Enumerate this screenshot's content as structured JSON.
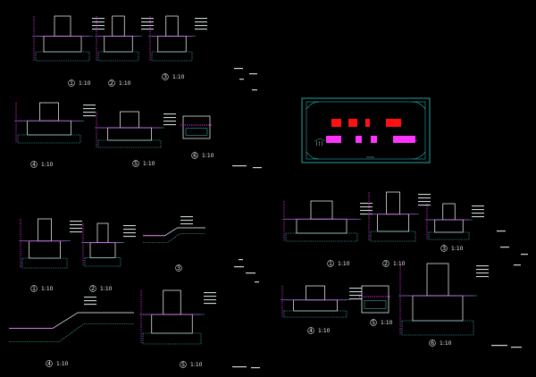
{
  "viewer": {
    "background": "#000000",
    "line_color": "#ffffff",
    "dim_color": "#ff33ff",
    "hatch_color": "#3fc4c4",
    "frame_color": "#33cccc"
  },
  "details": [
    {
      "no": "1",
      "scale": "1:10"
    },
    {
      "no": "2",
      "scale": "1:10"
    },
    {
      "no": "3",
      "scale": "1:10"
    },
    {
      "no": "4",
      "scale": "1:10"
    },
    {
      "no": "5",
      "scale": "1:10"
    },
    {
      "no": "6",
      "scale": "1:10"
    },
    {
      "no": "1",
      "scale": "1:10"
    },
    {
      "no": "2",
      "scale": "1:10"
    },
    {
      "no": "3",
      "scale": ""
    },
    {
      "no": "4",
      "scale": "1:10"
    },
    {
      "no": "5",
      "scale": "1:10"
    },
    {
      "no": "1",
      "scale": "1:10"
    },
    {
      "no": "2",
      "scale": "1:10"
    },
    {
      "no": "3",
      "scale": "1:10"
    },
    {
      "no": "4",
      "scale": "1:10"
    },
    {
      "no": "5",
      "scale": "1:10"
    },
    {
      "no": "6",
      "scale": "1:10"
    }
  ]
}
